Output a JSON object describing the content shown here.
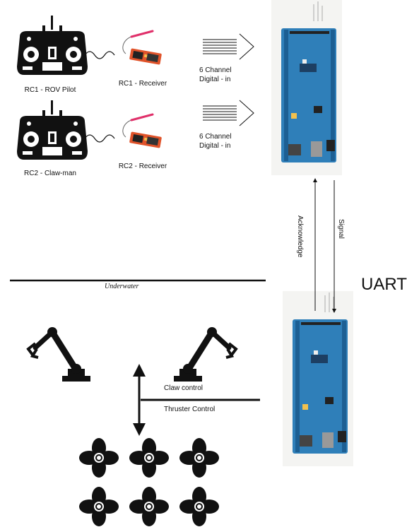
{
  "transmitters": [
    {
      "label": "RC1 - ROV Pilot"
    },
    {
      "label": "RC2 - Claw-man"
    }
  ],
  "receivers": [
    {
      "label": "RC1 - Receiver"
    },
    {
      "label": "RC2 - Receiver"
    }
  ],
  "digital_inputs": [
    {
      "line1": "6 Channel",
      "line2": "Digital - in"
    },
    {
      "line1": "6 Channel",
      "line2": "Digital - in"
    }
  ],
  "link": {
    "acknowledge": "Acknowledge",
    "signal": "Signal",
    "protocol": "UART"
  },
  "waterline": {
    "label": "Underwater"
  },
  "controls": {
    "claw": "Claw control",
    "thruster": "Thruster Control"
  },
  "colors": {
    "board": "#2f7fb9",
    "board_dark": "#1d5f93",
    "receiver_body": "#e0532a",
    "antenna": "#e0306a",
    "icon": "#111111"
  }
}
